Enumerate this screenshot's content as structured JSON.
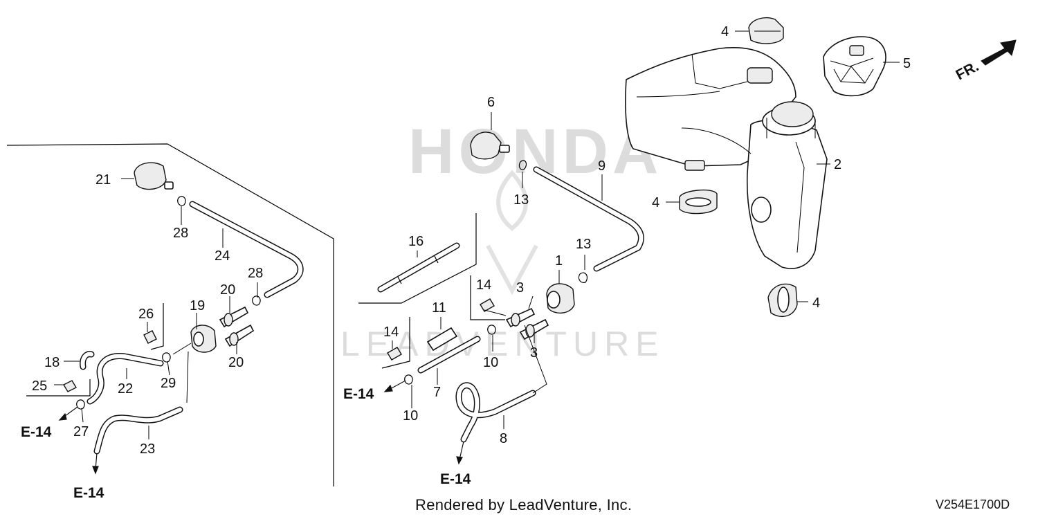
{
  "watermarks": {
    "brand": "HONDA",
    "dealer": "LEADVENTURE"
  },
  "credit": "Rendered by LeadVenture, Inc.",
  "diagram_code": "V254E1700D",
  "direction_label": "FR.",
  "reference": "E-14",
  "callouts": {
    "c1": "1",
    "c2": "2",
    "c3a": "3",
    "c3b": "3",
    "c4a": "4",
    "c4b": "4",
    "c4c": "4",
    "c5": "5",
    "c6": "6",
    "c7": "7",
    "c8": "8",
    "c9": "9",
    "c10a": "10",
    "c10b": "10",
    "c11": "11",
    "c13a": "13",
    "c13b": "13",
    "c14a": "14",
    "c14b": "14",
    "c16": "16",
    "c18": "18",
    "c19": "19",
    "c20a": "20",
    "c20b": "20",
    "c21": "21",
    "c22": "22",
    "c23": "23",
    "c24": "24",
    "c25": "25",
    "c26": "26",
    "c27": "27",
    "c28a": "28",
    "c28b": "28",
    "c29": "29"
  },
  "colors": {
    "line": "#111111",
    "watermark": "#dcdcdc",
    "background": "#ffffff"
  }
}
